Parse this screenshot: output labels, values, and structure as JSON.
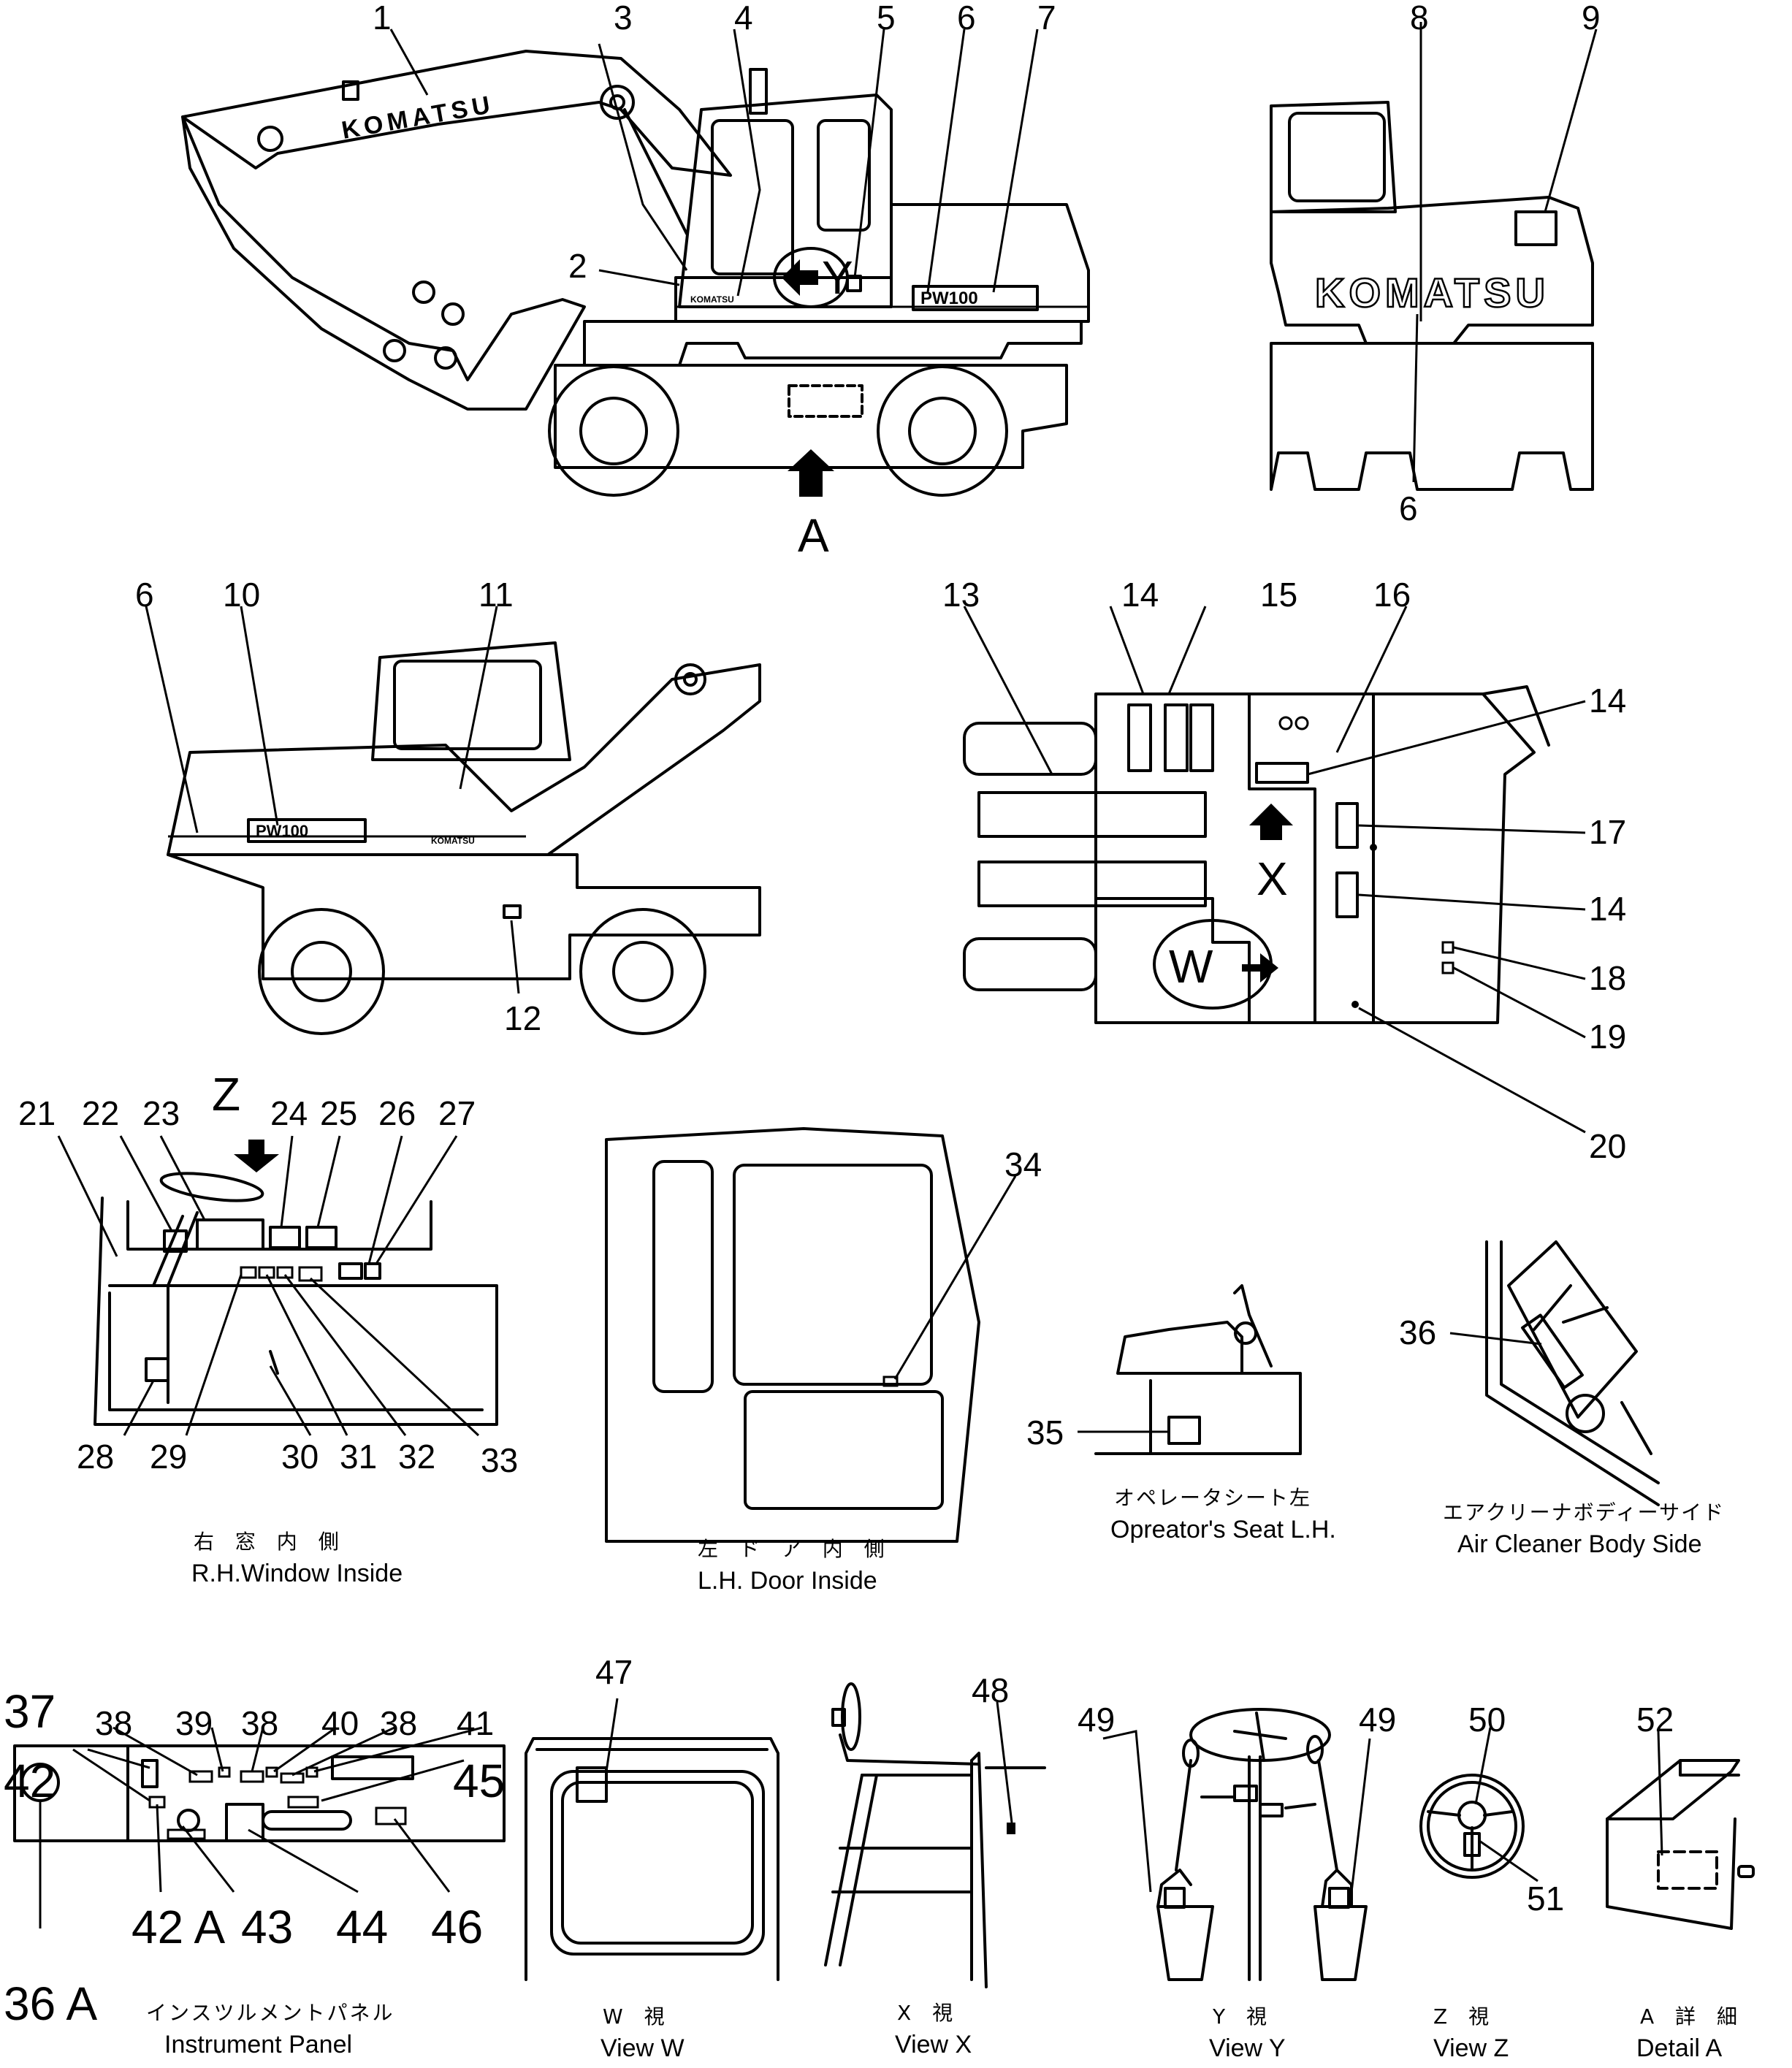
{
  "callouts": {
    "n1": "1",
    "n2": "2",
    "n3": "3",
    "n4": "4",
    "n5": "5",
    "n6": "6",
    "n7": "7",
    "n8": "8",
    "n9": "9",
    "n10": "10",
    "n11": "11",
    "n12": "12",
    "n13": "13",
    "n14": "14",
    "n15": "15",
    "n16": "16",
    "n17": "17",
    "n18": "18",
    "n19": "19",
    "n20": "20",
    "n21": "21",
    "n22": "22",
    "n23": "23",
    "n24": "24",
    "n25": "25",
    "n26": "26",
    "n27": "27",
    "n28": "28",
    "n29": "29",
    "n30": "30",
    "n31": "31",
    "n32": "32",
    "n33": "33",
    "n34": "34",
    "n35": "35",
    "n36": "36",
    "n36A": "36 A",
    "n37": "37",
    "n38": "38",
    "n39": "39",
    "n40": "40",
    "n41": "41",
    "n42": "42",
    "n42A": "42 A",
    "n43": "43",
    "n44": "44",
    "n45": "45",
    "n46": "46",
    "n47": "47",
    "n48": "48",
    "n49": "49",
    "n50": "50",
    "n51": "51",
    "n52": "52"
  },
  "view_markers": {
    "A": "A",
    "X": "X",
    "Y": "Y",
    "Z": "Z",
    "W": "W"
  },
  "brand": {
    "logo": "KOMATSU",
    "small_logo": "KOMATSU",
    "model_badge": "PW100"
  },
  "captions": {
    "rh_window_jp": "右 窓 内 側",
    "rh_window_en": "R.H.Window Inside",
    "lh_door_jp": "左 ド ア 内 側",
    "lh_door_en": "L.H. Door Inside",
    "seat_jp": "オペレータシート左",
    "seat_en": "Opreator's Seat L.H.",
    "air_jp": "エアクリーナボディーサイド",
    "air_en": "Air Cleaner Body Side",
    "panel_jp": "インスツルメントパネル",
    "panel_en": "Instrument Panel",
    "view_w_jp": "W 視",
    "view_w_en": "View W",
    "view_x_jp": "X 視",
    "view_x_en": "View X",
    "view_y_jp": "Y 視",
    "view_y_en": "View Y",
    "view_z_jp": "Z 視",
    "view_z_en": "View Z",
    "detail_a_jp": "A 詳 細",
    "detail_a_en": "Detail A"
  }
}
